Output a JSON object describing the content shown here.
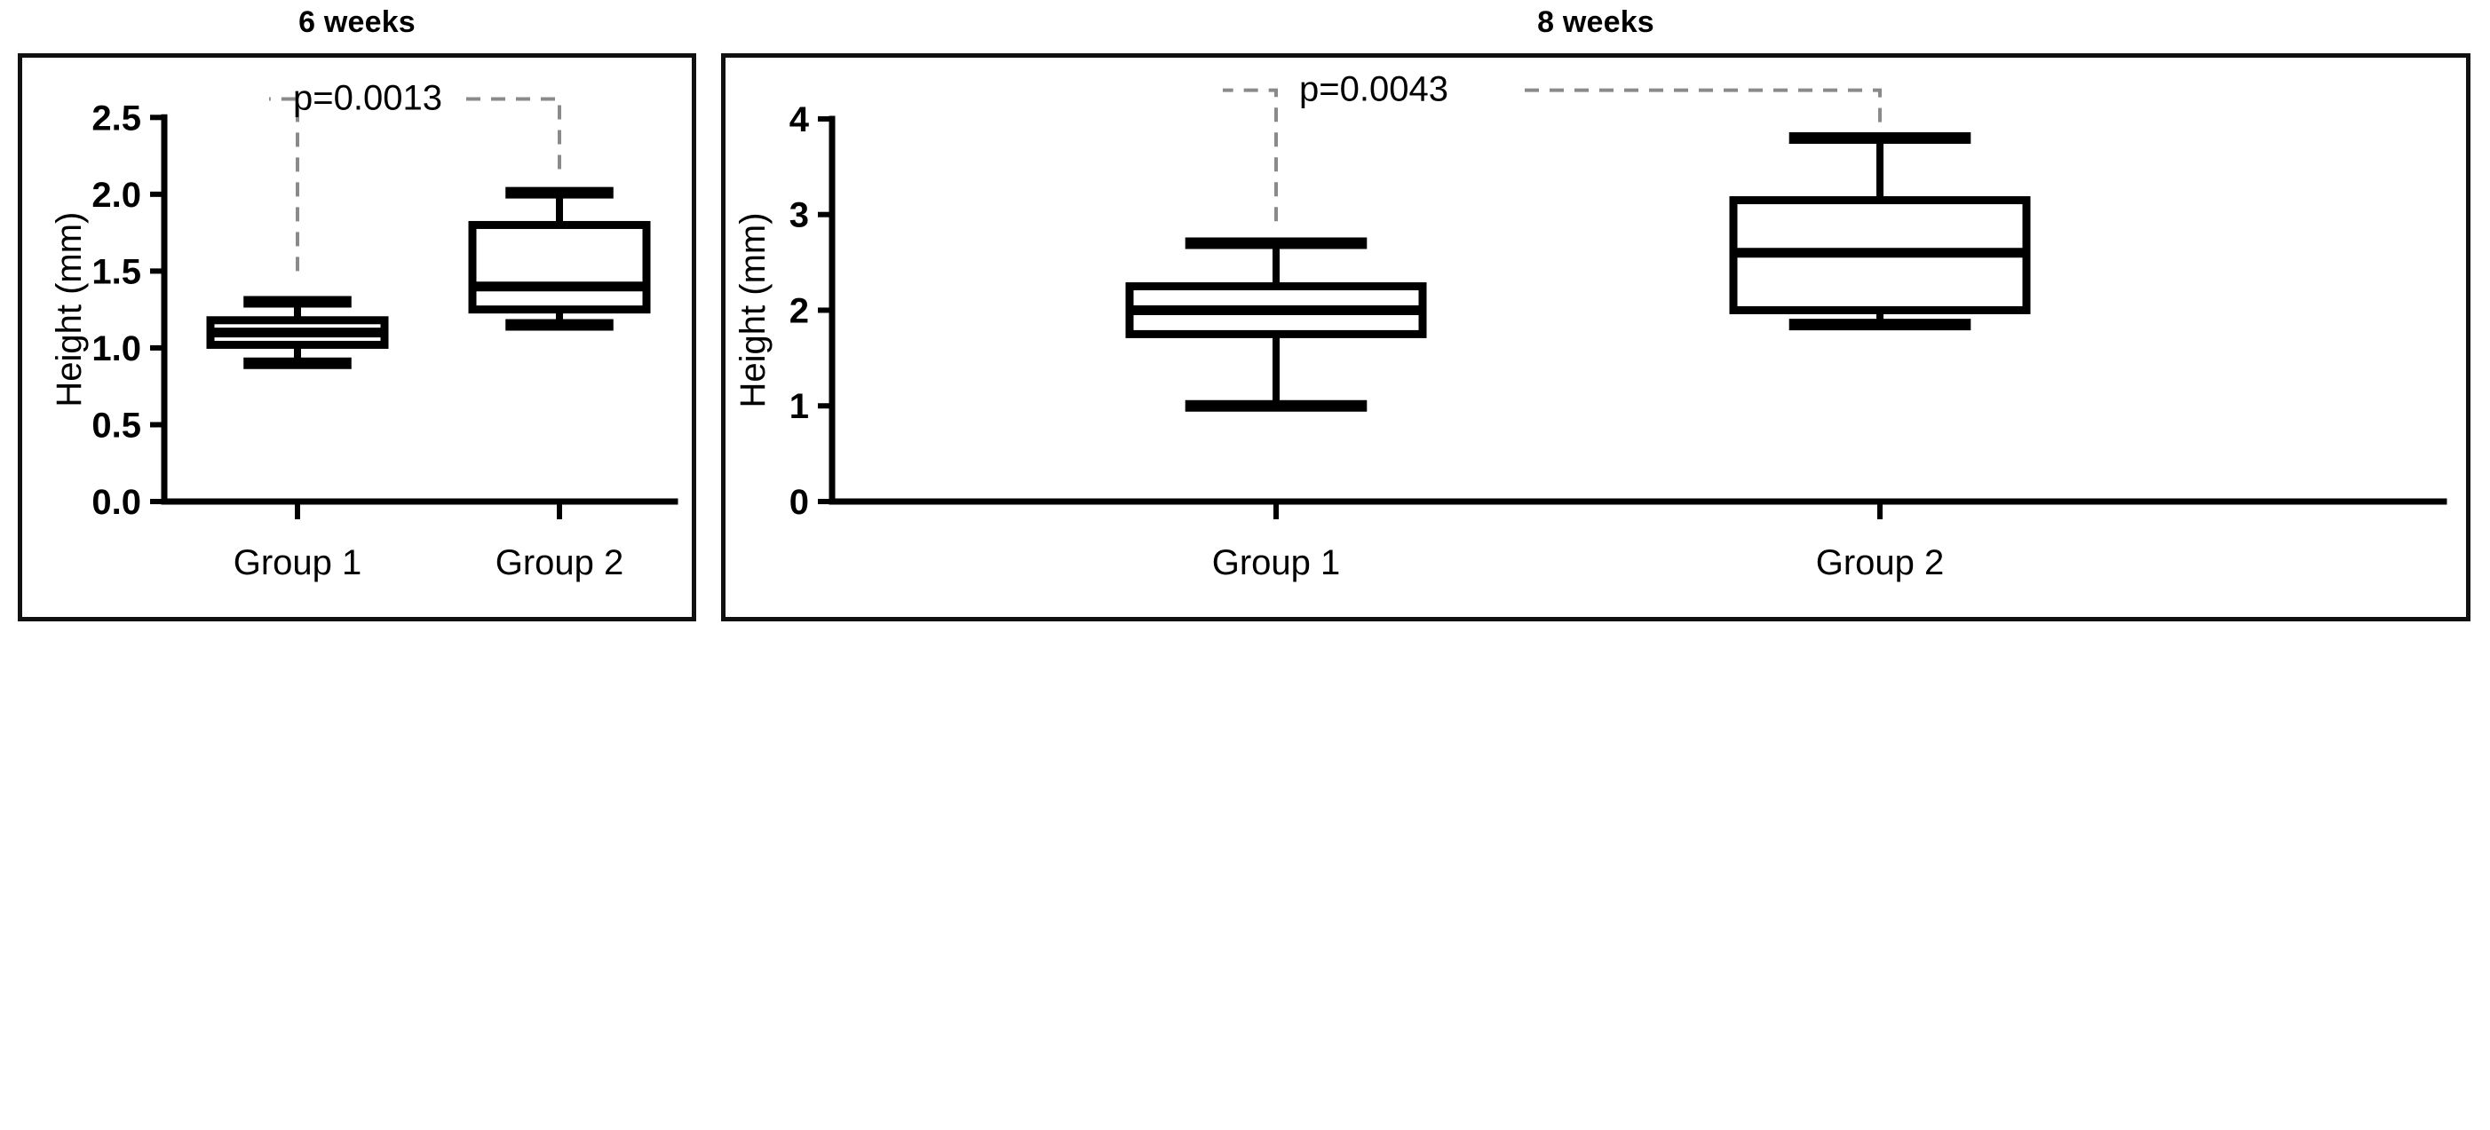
{
  "figure": {
    "panels": [
      {
        "id": "left",
        "title": "6 weeks",
        "ylabel": "Height (mm)",
        "p_label": "p=0.0013"
      },
      {
        "id": "right",
        "title": "8 weeks",
        "ylabel": "Height (mm)",
        "p_label": "p=0.0043"
      }
    ]
  },
  "chart_data": [
    {
      "type": "box",
      "title": "6 weeks",
      "xlabel": "",
      "ylabel": "Height (mm)",
      "ylim": [
        0.0,
        2.6
      ],
      "yticks": [
        0.0,
        0.5,
        1.0,
        1.5,
        2.0,
        2.5
      ],
      "ytick_labels": [
        "0.0",
        "0.5",
        "1.0",
        "1.5",
        "2.0",
        "2.5"
      ],
      "grid": false,
      "legend": "none",
      "categories": [
        "Group 1",
        "Group 2"
      ],
      "boxes": [
        {
          "category": "Group 1",
          "whisker_low": 0.9,
          "q1": 1.02,
          "median": 1.1,
          "q3": 1.18,
          "whisker_high": 1.3
        },
        {
          "category": "Group 2",
          "whisker_low": 1.15,
          "q1": 1.25,
          "median": 1.4,
          "q3": 1.8,
          "whisker_high": 2.01
        }
      ],
      "annotations": [
        {
          "text": "p=0.0013",
          "type": "significance-bracket",
          "from": "Group 1",
          "to": "Group 2",
          "left_y": 1.5,
          "right_y": 2.15,
          "top_y": 2.62
        }
      ]
    },
    {
      "type": "box",
      "title": "8 weeks",
      "xlabel": "",
      "ylabel": "Height (mm)",
      "ylim": [
        0,
        4.25
      ],
      "yticks": [
        0,
        1,
        2,
        3,
        4
      ],
      "ytick_labels": [
        "0",
        "1",
        "2",
        "3",
        "4"
      ],
      "grid": false,
      "legend": "none",
      "categories": [
        "Group 1",
        "Group 2"
      ],
      "boxes": [
        {
          "category": "Group 1",
          "whisker_low": 1.0,
          "q1": 1.75,
          "median": 2.0,
          "q3": 2.25,
          "whisker_high": 2.7
        },
        {
          "category": "Group 2",
          "whisker_low": 1.85,
          "q1": 2.0,
          "median": 2.6,
          "q3": 3.15,
          "whisker_high": 3.8
        }
      ],
      "annotations": [
        {
          "text": "p=0.0043",
          "type": "significance-bracket",
          "from": "Group 1",
          "to": "Group 2",
          "left_y": 2.93,
          "right_y": 3.93,
          "top_y": 4.3
        }
      ]
    }
  ],
  "colors": {
    "stroke": "#000000",
    "background": "#ffffff",
    "significance_bracket": "#8a8a8a",
    "panel_border": "#111111"
  }
}
